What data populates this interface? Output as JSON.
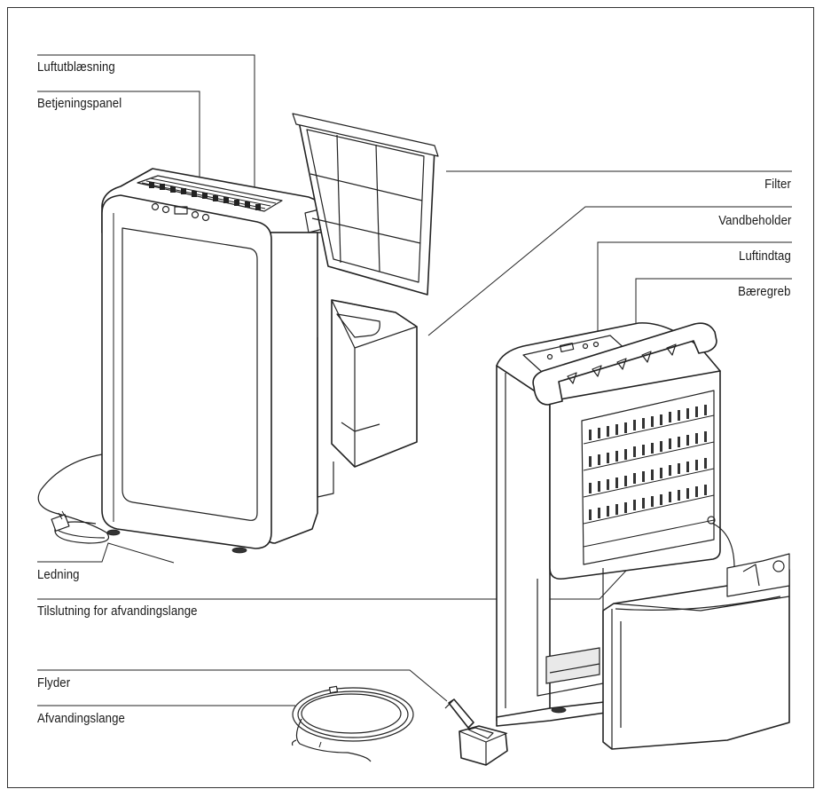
{
  "labels": {
    "air_outlet": "Luftutblæsning",
    "control_panel": "Betjeningspanel",
    "filter": "Filter",
    "water_tank": "Vandbeholder",
    "air_inlet": "Luftindtag",
    "handle": "Bæregreb",
    "power_cord": "Ledning",
    "drain_connection": "Tilslutning for afvandingslange",
    "float": "Flyder",
    "drain_hose": "Afvandingslange"
  },
  "colors": {
    "line": "#222222",
    "background": "#ffffff"
  }
}
